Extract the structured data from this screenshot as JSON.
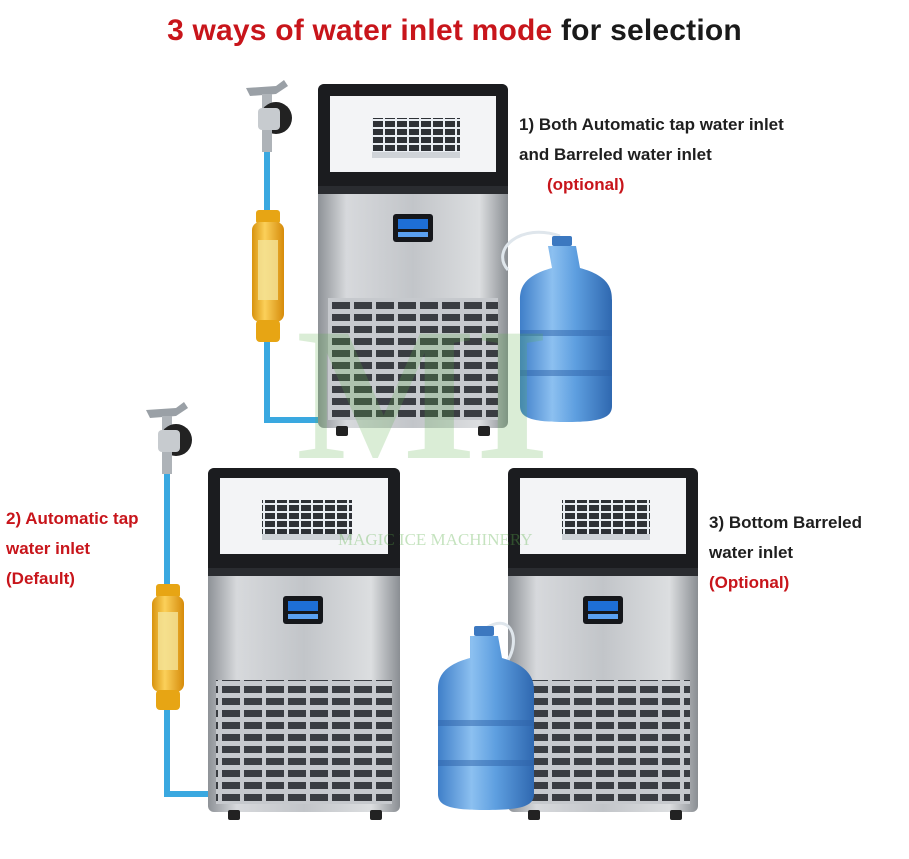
{
  "title": {
    "part1": "3 ways of water inlet mode",
    "part2": "for selection"
  },
  "modes": [
    {
      "line1": "1) Both Automatic tap water inlet",
      "line2": "and Barreled water inlet",
      "note": "(optional)"
    },
    {
      "line1": "2) Automatic tap",
      "line2": "water inlet",
      "note": "(Default)"
    },
    {
      "line1": "3) Bottom Barreled",
      "line2": "water inlet",
      "note": "(Optional)"
    }
  ],
  "watermark": {
    "logo": "MI",
    "text": "MAGIC ICE MACHINERY"
  },
  "colors": {
    "accent_red": "#c8151b",
    "steel": "#b9bcc0",
    "hose_blue": "#3aa8e0",
    "filter_yellow": "#f2b41c",
    "bottle_blue": "#4d8fd6"
  }
}
